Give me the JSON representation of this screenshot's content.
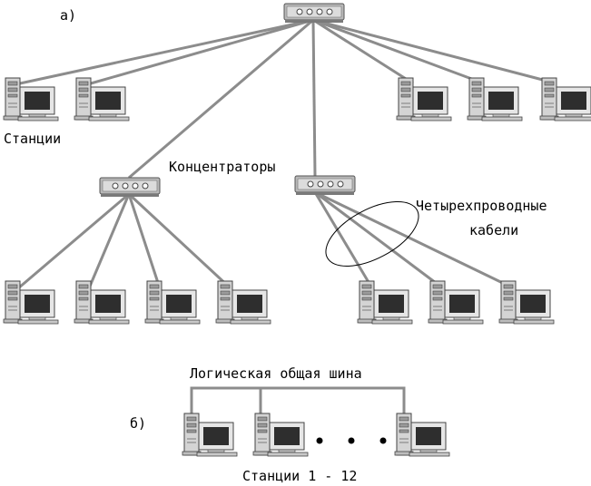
{
  "labels": {
    "part_a": "а)",
    "part_b": "б)",
    "stations": "Станции",
    "hubs": "Концентраторы",
    "cables_line1": "Четырехпроводные",
    "cables_line2": "кабели",
    "logical_bus": "Логическая общая шина",
    "stations_range": "Станции 1 - 12"
  },
  "colors": {
    "cable": "#8c8c8c",
    "hub_body": "#b8b8b8",
    "pc_screen": "#2e2e2e",
    "pc_body": "#d4d4d4"
  },
  "icons": {
    "hub": "hub-icon",
    "station": "workstation-icon"
  }
}
